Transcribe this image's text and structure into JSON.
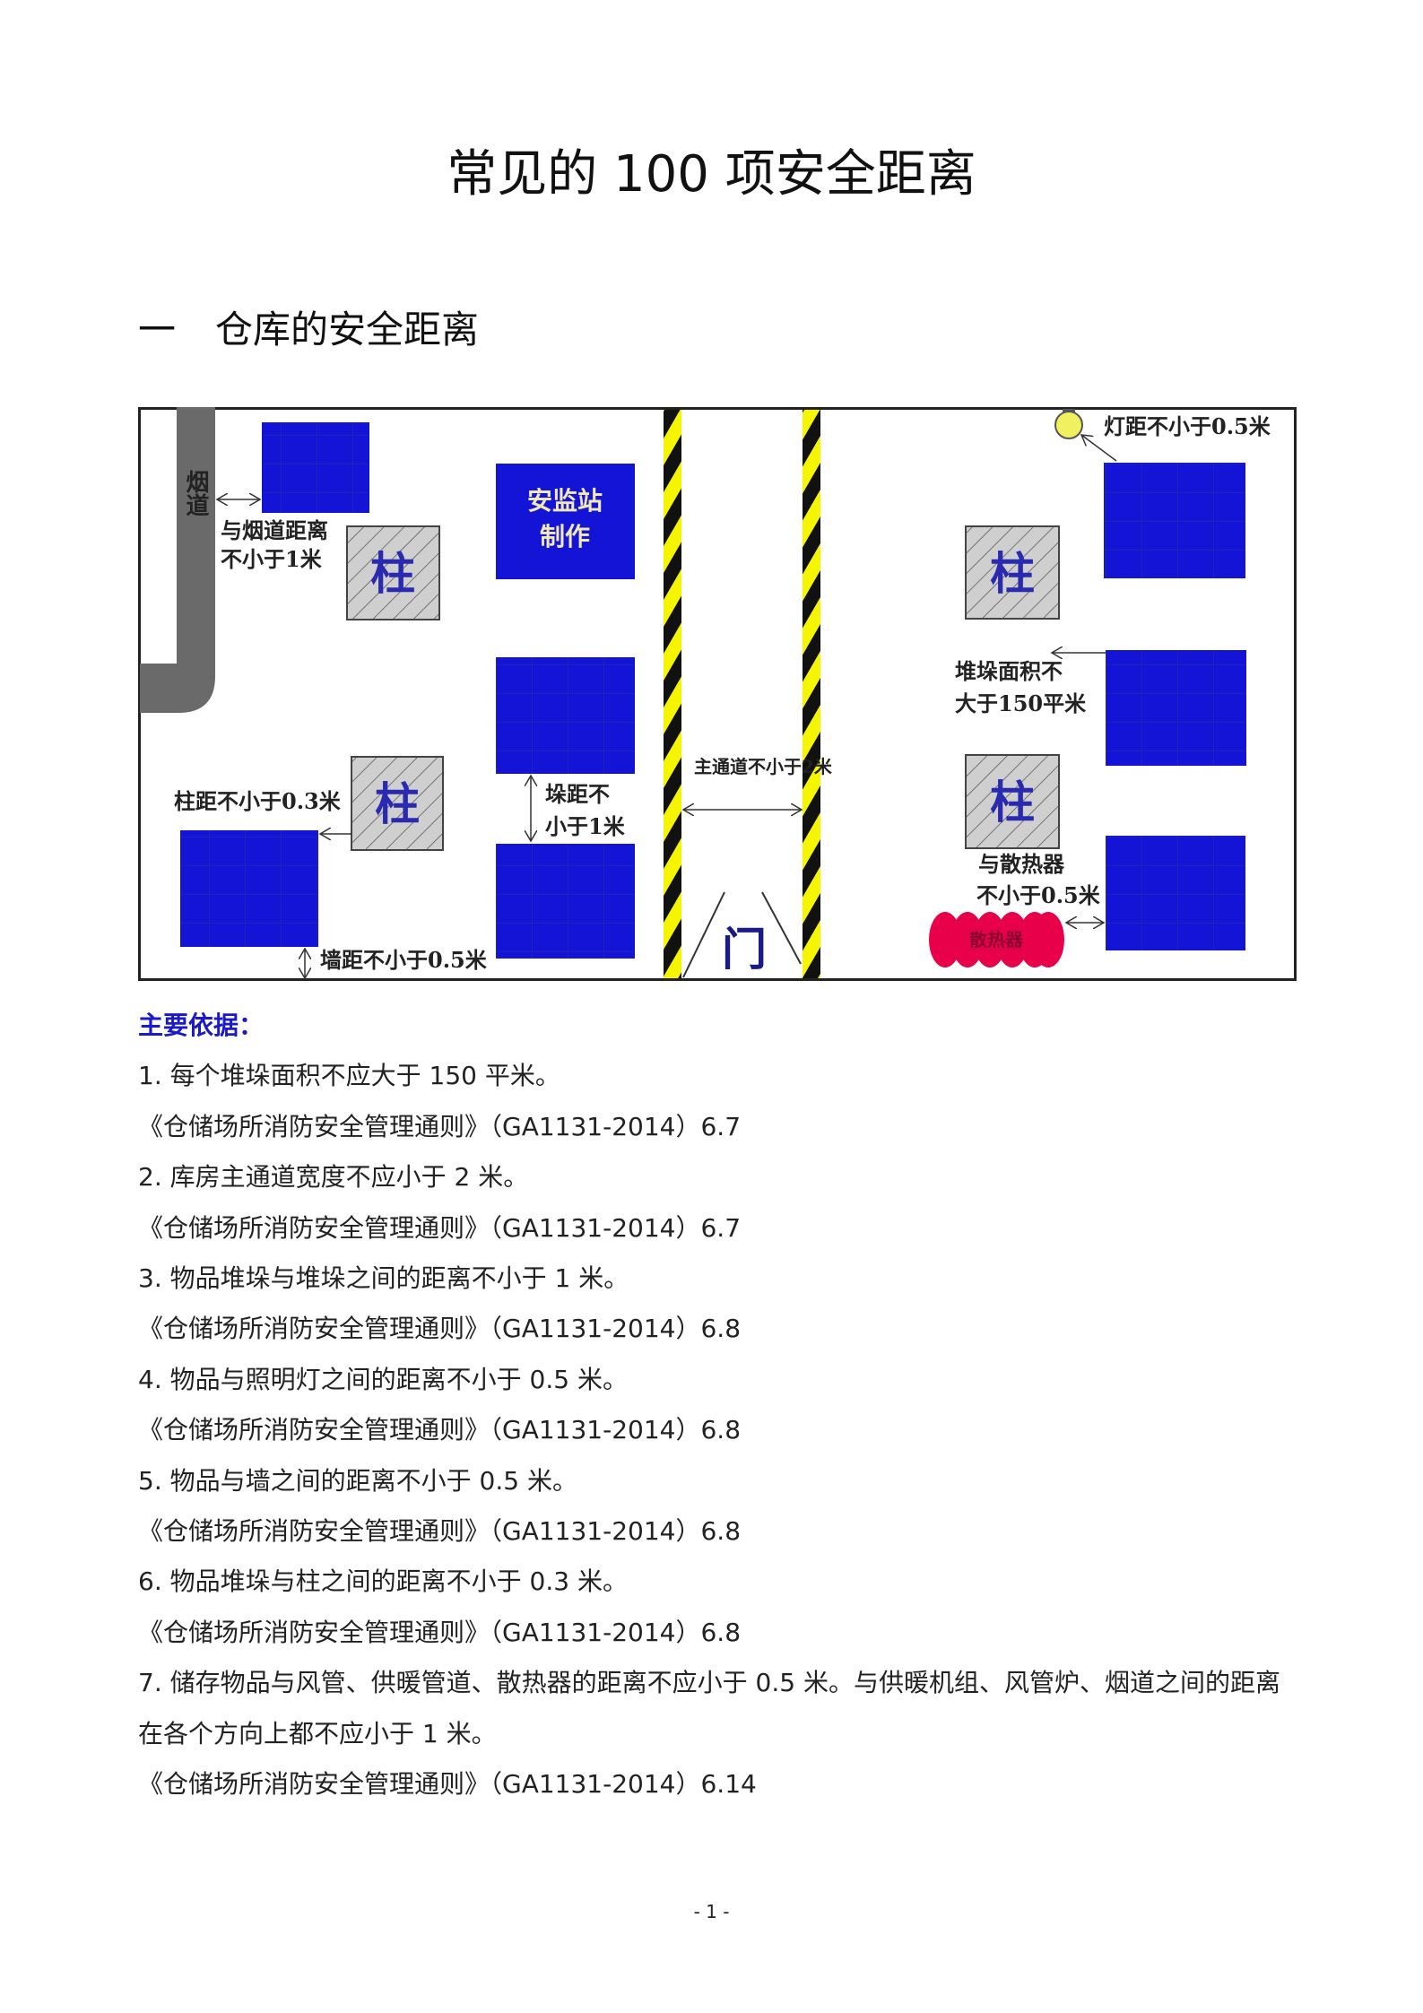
{
  "title": "常见的 100 项安全距离",
  "section": {
    "number": "一",
    "title": "仓库的安全距离"
  },
  "diagram": {
    "chimney": "烟道",
    "chimney_note_1": "与烟道距离",
    "chimney_note_2": "不小于1米",
    "column": "柱",
    "watermark_1": "安监站",
    "watermark_2": "制作",
    "column_note": "柱距不小于0.3米",
    "wall_note": "墙距不小于0.5米",
    "stack_gap_1": "垛距不",
    "stack_gap_2": "小于1米",
    "aisle_note": "主通道不小于2米",
    "door": "门",
    "lamp_note": "灯距不小于0.5米",
    "area_note_1": "堆垛面积不",
    "area_note_2": "大于150平米",
    "radiator_note_1": "与散热器",
    "radiator_note_2": "不小于0.5米",
    "radiator": "散热器",
    "colors": {
      "stack": "#1414d6",
      "stripe_yellow": "#f5f500",
      "radiator": "#e8004a",
      "chimney": "#6a6a6a"
    }
  },
  "basis": {
    "heading": "主要依据：",
    "lines": [
      "1. 每个堆垛面积不应大于 150 平米。",
      "《仓储场所消防安全管理通则》（GA1131-2014）6.7",
      "2. 库房主通道宽度不应小于 2 米。",
      "《仓储场所消防安全管理通则》（GA1131-2014）6.7",
      "3. 物品堆垛与堆垛之间的距离不小于 1 米。",
      "《仓储场所消防安全管理通则》（GA1131-2014）6.8",
      "4. 物品与照明灯之间的距离不小于 0.5 米。",
      "《仓储场所消防安全管理通则》（GA1131-2014）6.8",
      "5. 物品与墙之间的距离不小于 0.5 米。",
      "《仓储场所消防安全管理通则》（GA1131-2014）6.8",
      "6. 物品堆垛与柱之间的距离不小于 0.3 米。",
      "《仓储场所消防安全管理通则》（GA1131-2014）6.8",
      "7. 储存物品与风管、供暖管道、散热器的距离不应小于 0.5 米。与供暖机组、风管炉、烟道之间的距离在各个方向上都不应小于 1 米。",
      "《仓储场所消防安全管理通则》（GA1131-2014）6.14"
    ]
  },
  "page_number": "- 1 -"
}
